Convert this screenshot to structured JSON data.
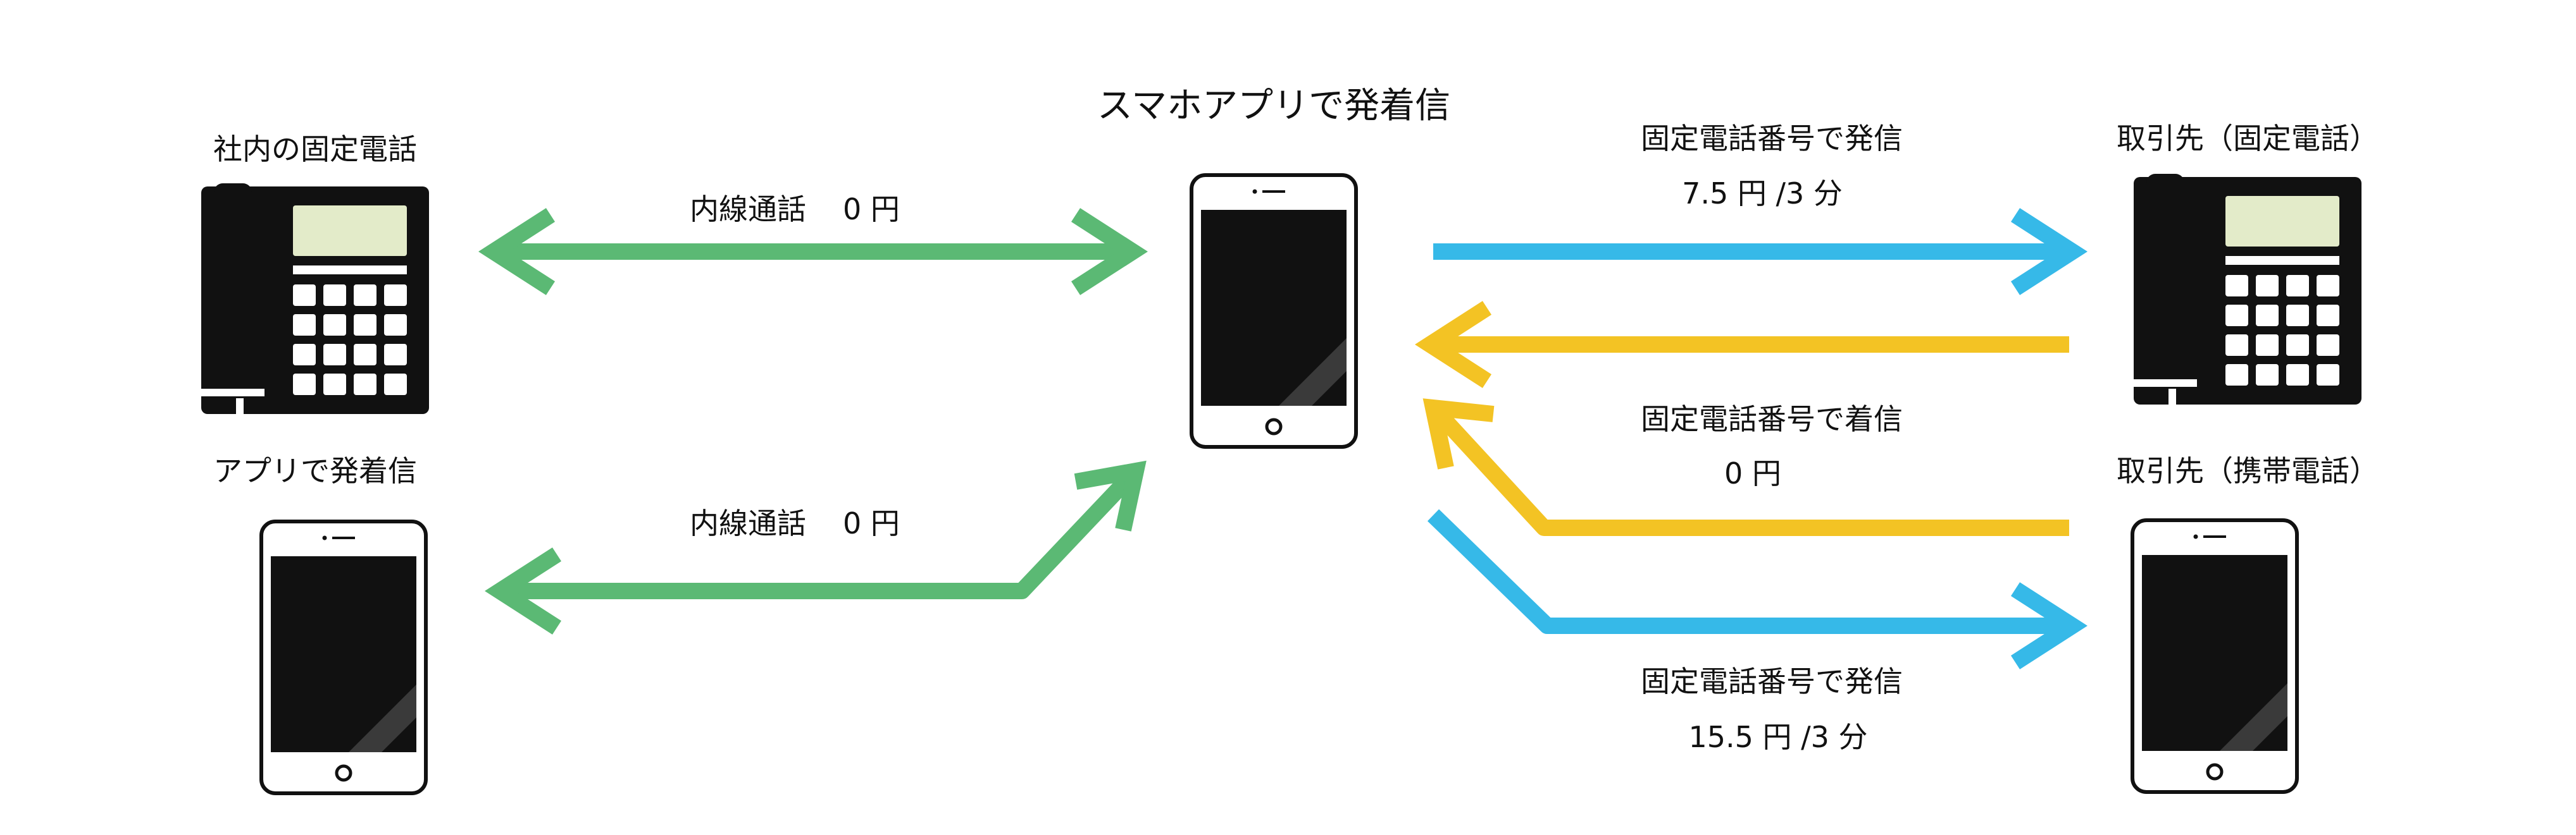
{
  "colors": {
    "internal": "#5bb974",
    "outgoing": "#36b9e8",
    "incoming": "#f3c324",
    "device": "#111111",
    "screen_lcd": "#e3ebc9"
  },
  "icons": {
    "office_phone": "desk-phone-icon",
    "app_phone": "smartphone-icon",
    "hub_phone": "smartphone-icon",
    "partner_landline": "desk-phone-icon",
    "partner_mobile": "smartphone-icon"
  },
  "labels": {
    "office_phone": "社内の固定電話",
    "app_phone": "アプリで発着信",
    "hub": "スマホアプリで発着信",
    "partner_landline": "取引先（固定電話）",
    "partner_mobile": "取引先（携帯電話）"
  },
  "connections": {
    "internal_top": {
      "label": "内線通話",
      "price": "0 円"
    },
    "internal_bottom": {
      "label": "内線通話",
      "price": "0 円"
    },
    "out_landline": {
      "label": "固定電話番号で発信",
      "price": "7.5 円 /3 分"
    },
    "incoming": {
      "label": "固定電話番号で着信",
      "price": "0 円"
    },
    "out_mobile": {
      "label": "固定電話番号で発信",
      "price": "15.5 円 /3 分"
    }
  }
}
